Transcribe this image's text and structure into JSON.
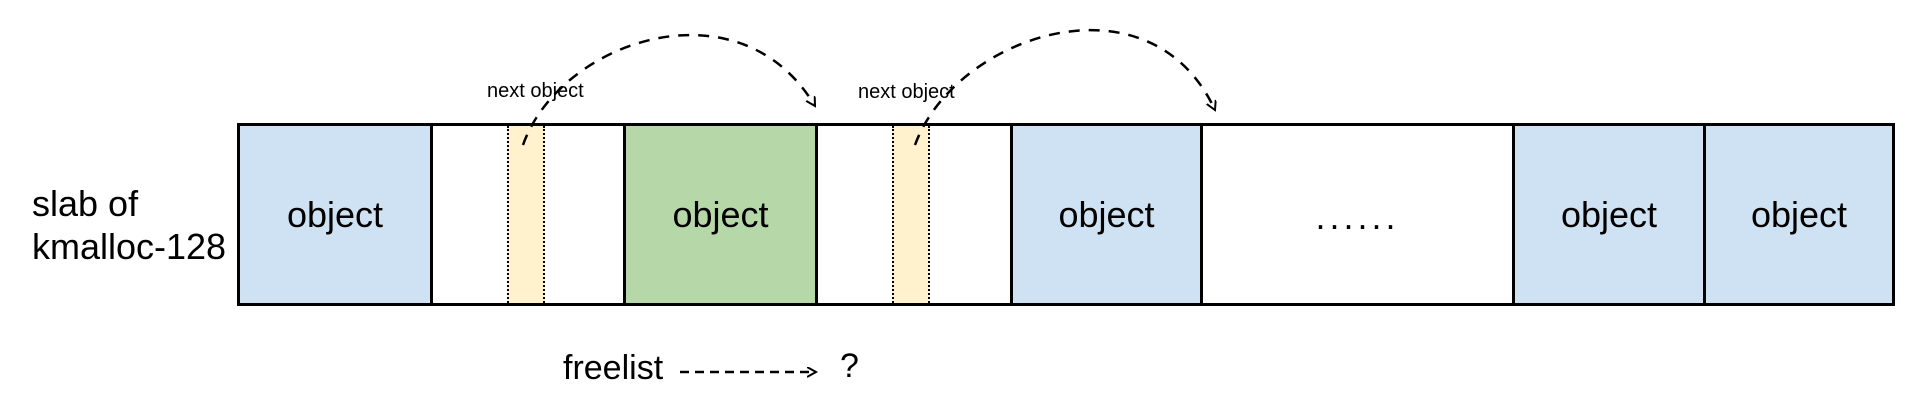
{
  "diagram": {
    "slab_label": {
      "line1": "slab of",
      "line2": "kmalloc-128"
    },
    "cells": [
      {
        "type": "allocated-object",
        "label": "object"
      },
      {
        "type": "free-object-with-pointer",
        "label": ""
      },
      {
        "type": "allocated-object-highlight",
        "label": "object"
      },
      {
        "type": "free-object-with-pointer",
        "label": ""
      },
      {
        "type": "allocated-object",
        "label": "object"
      },
      {
        "type": "ellipsis",
        "label": "......"
      },
      {
        "type": "allocated-object",
        "label": "object"
      },
      {
        "type": "allocated-object",
        "label": "object"
      }
    ],
    "next_object_labels": [
      "next object",
      "next object"
    ],
    "legend": {
      "freelist_label": "freelist",
      "question": "?"
    },
    "colors": {
      "allocated_fill": "#cfe2f3",
      "highlight_fill": "#b6d7a8",
      "pointer_strip_fill": "#fff2cc",
      "border": "#000000",
      "text": "#000000"
    }
  }
}
